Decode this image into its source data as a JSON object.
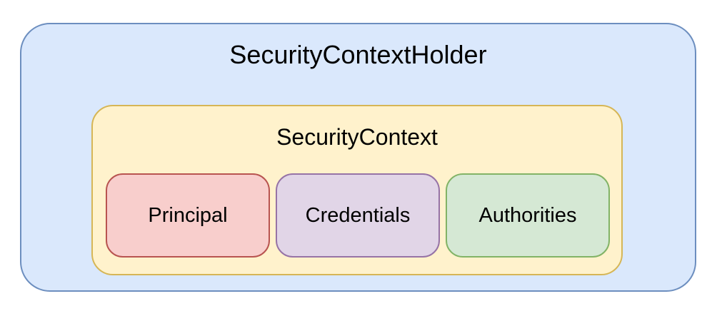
{
  "diagram": {
    "background": "#ffffff",
    "text_color": "#000000",
    "holder": {
      "label": "SecurityContextHolder",
      "fill": "#dae8fc",
      "stroke": "#6c8ebf"
    },
    "context": {
      "label": "SecurityContext",
      "fill": "#fff2cc",
      "stroke": "#d6b656"
    },
    "items": [
      {
        "label": "Principal",
        "fill": "#f8cecc",
        "stroke": "#b85450"
      },
      {
        "label": "Credentials",
        "fill": "#e1d5e7",
        "stroke": "#9673a6"
      },
      {
        "label": "Authorities",
        "fill": "#d5e8d4",
        "stroke": "#82b366"
      }
    ]
  }
}
